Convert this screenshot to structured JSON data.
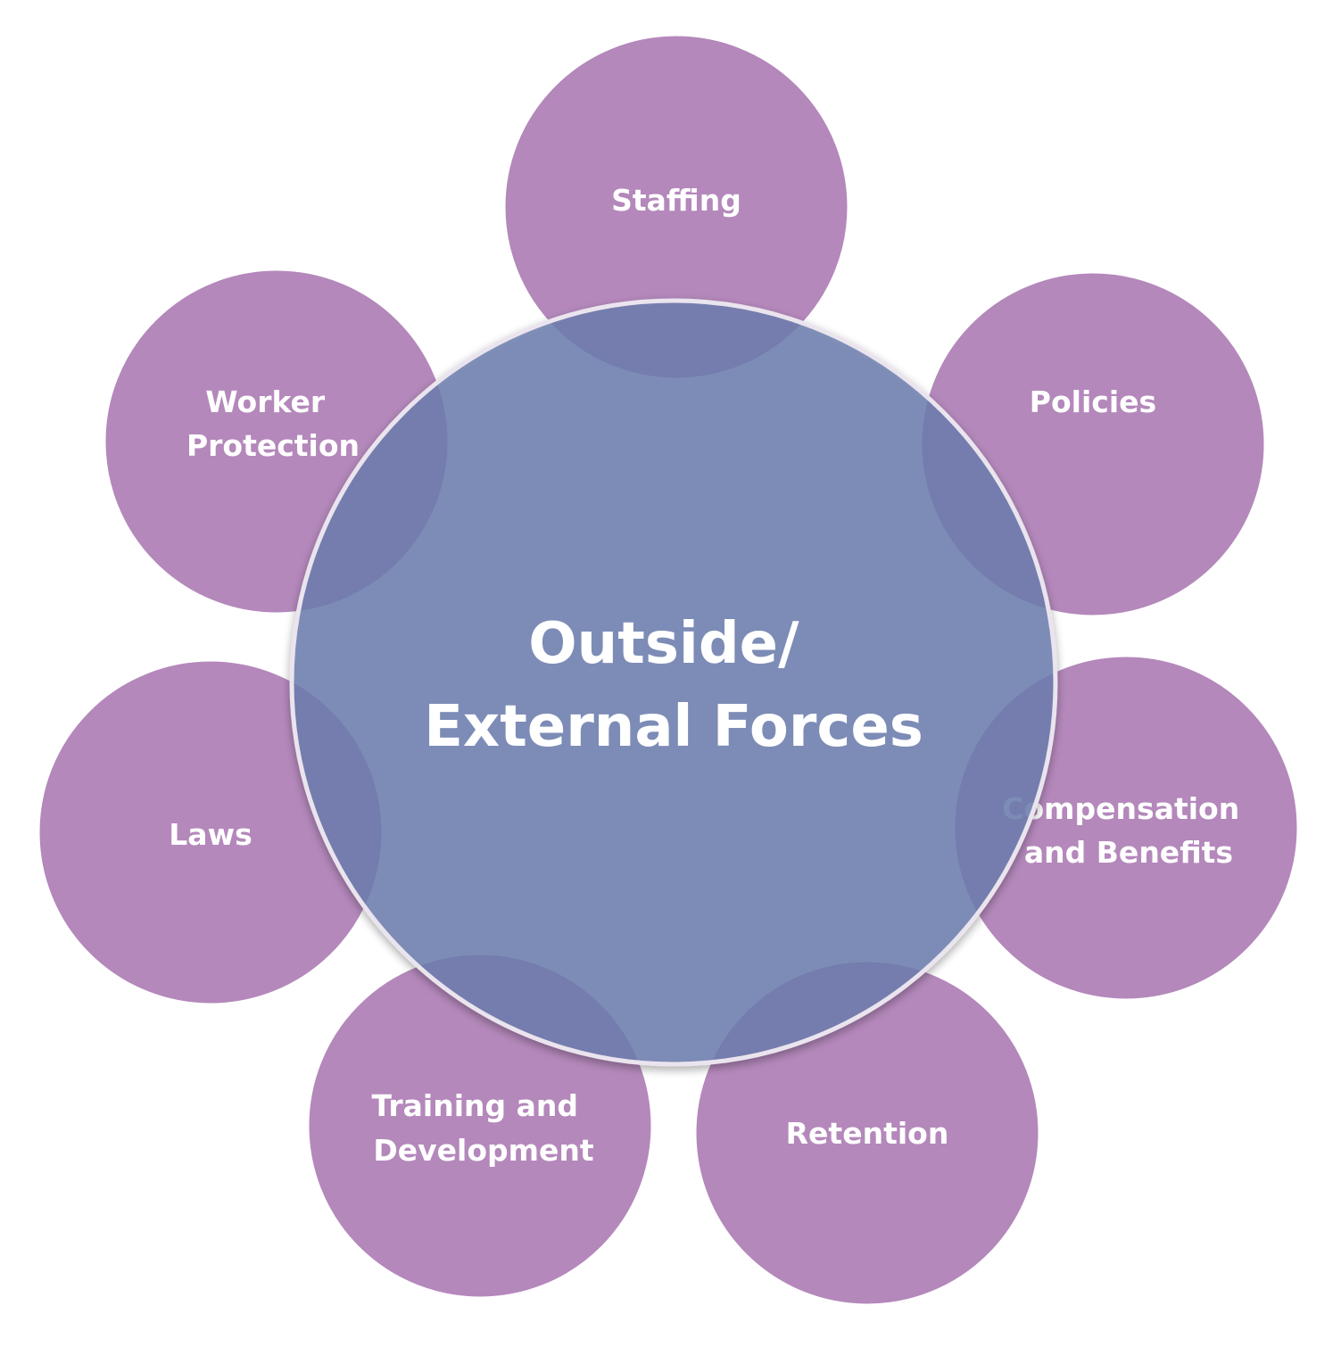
{
  "colors": {
    "background": "#ffffff",
    "outer_fill": "#b488bb",
    "outer_stroke": "#ffffff",
    "center_fill": "#6d7fb0",
    "center_stroke": "#eae4ee",
    "text": "#ffffff"
  },
  "center": {
    "lines": [
      "Outside/",
      "External Forces"
    ]
  },
  "nodes": [
    {
      "id": "staffing",
      "lines": [
        "Staffing"
      ]
    },
    {
      "id": "policies",
      "lines": [
        "Policies"
      ]
    },
    {
      "id": "compensation",
      "lines": [
        "Compensation",
        "and Benefits"
      ]
    },
    {
      "id": "retention",
      "lines": [
        "Retention"
      ]
    },
    {
      "id": "training",
      "lines": [
        "Training and",
        "Development"
      ]
    },
    {
      "id": "laws",
      "lines": [
        "Laws"
      ]
    },
    {
      "id": "worker-protection",
      "lines": [
        "Worker",
        "Protection"
      ]
    }
  ]
}
